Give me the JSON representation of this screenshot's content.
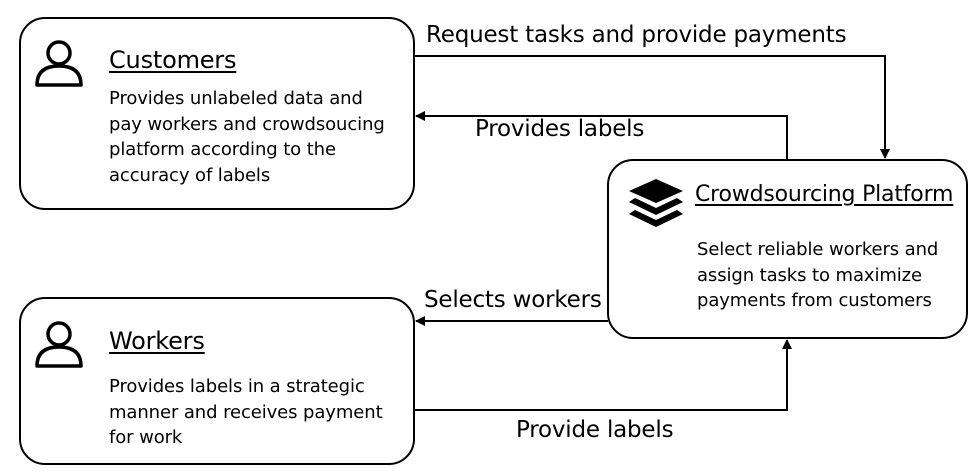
{
  "customers": {
    "title": "Customers",
    "description": [
      "Provides unlabeled data and",
      "pay workers and crowdsoucing",
      "platform according to the",
      "accuracy of labels"
    ],
    "icon": "person-icon"
  },
  "workers": {
    "title": "Workers",
    "description": [
      "Provides labels in a strategic",
      "manner and receives payment",
      "for work"
    ],
    "icon": "person-icon"
  },
  "platform": {
    "title": "Crowdsourcing Platform",
    "description": [
      "Select reliable workers and",
      "assign tasks to maximize",
      "payments from customers"
    ],
    "icon": "layers-icon"
  },
  "edges": {
    "request_tasks": "Request tasks and provide payments",
    "provides_labels": "Provides labels",
    "selects_workers": "Selects workers",
    "provide_labels": "Provide labels"
  }
}
